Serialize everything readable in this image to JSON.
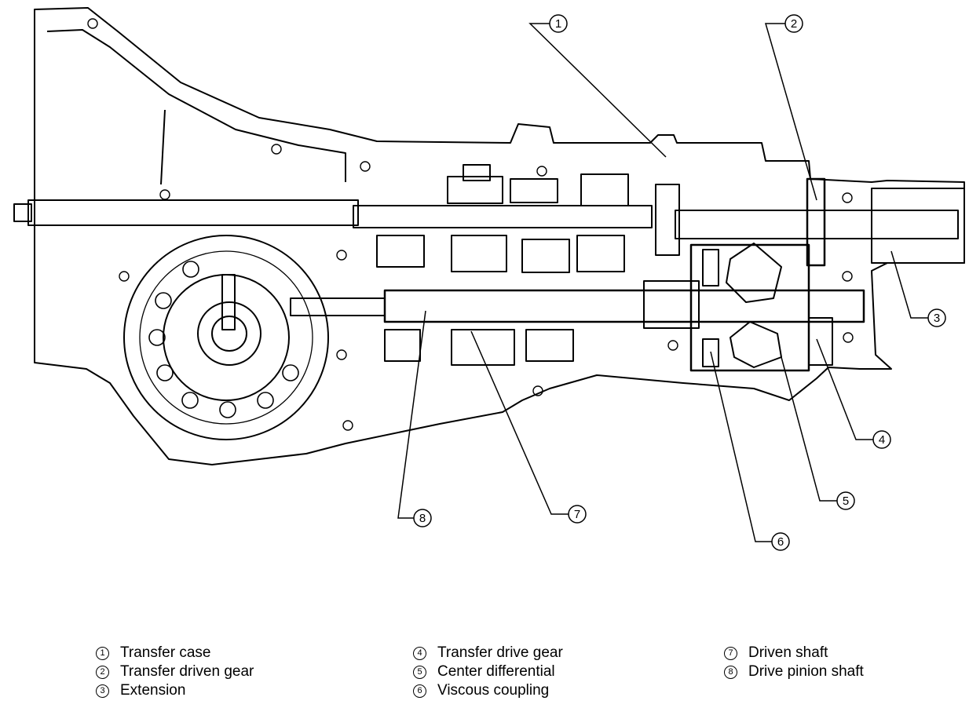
{
  "callouts": [
    {
      "num": "1"
    },
    {
      "num": "2"
    },
    {
      "num": "3"
    },
    {
      "num": "4"
    },
    {
      "num": "5"
    },
    {
      "num": "6"
    },
    {
      "num": "7"
    },
    {
      "num": "8"
    }
  ],
  "legend": {
    "col1": [
      {
        "num": "1",
        "label": "Transfer case"
      },
      {
        "num": "2",
        "label": "Transfer driven gear"
      },
      {
        "num": "3",
        "label": "Extension"
      }
    ],
    "col2": [
      {
        "num": "4",
        "label": "Transfer drive gear"
      },
      {
        "num": "5",
        "label": "Center differential"
      },
      {
        "num": "6",
        "label": "Viscous coupling"
      }
    ],
    "col3": [
      {
        "num": "7",
        "label": "Driven shaft"
      },
      {
        "num": "8",
        "label": "Drive pinion shaft"
      }
    ]
  }
}
